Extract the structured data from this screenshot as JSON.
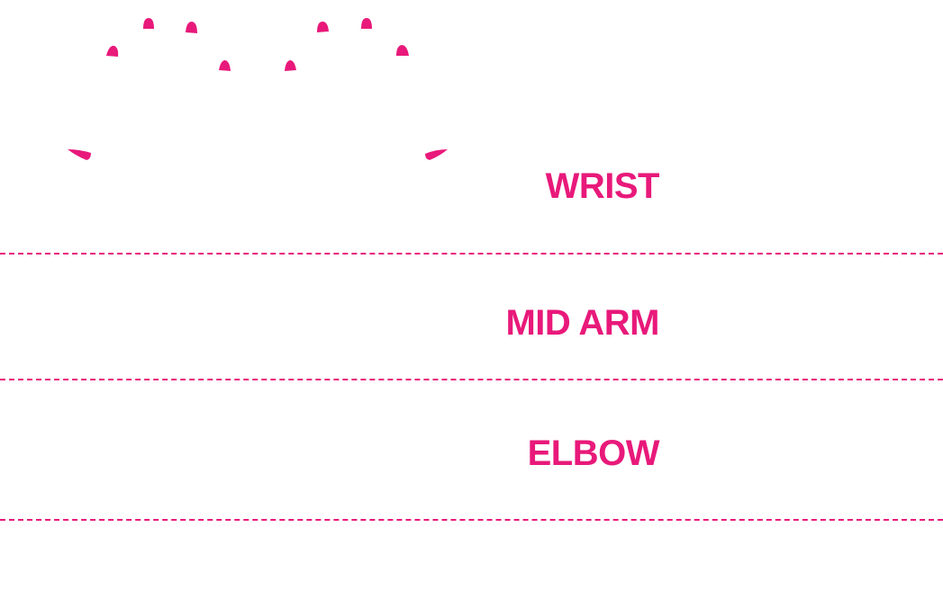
{
  "colors": {
    "accent": "#e8197a",
    "background": "#ffffff"
  },
  "diagram": {
    "labels": {
      "wrist": "WRIST",
      "mid_arm": "MID ARM",
      "elbow": "ELBOW"
    }
  }
}
